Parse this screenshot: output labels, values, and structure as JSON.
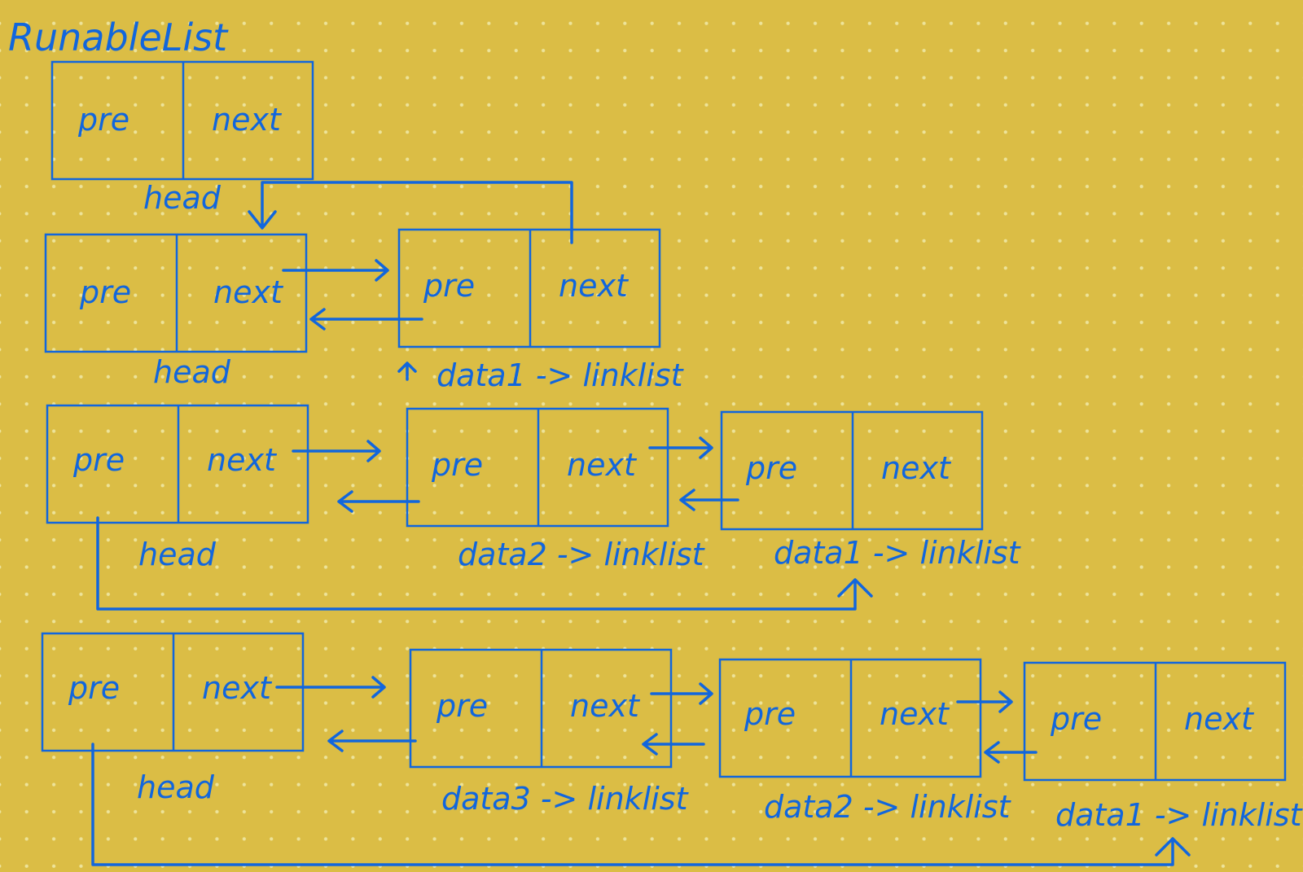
{
  "title": "RunableList",
  "ink_color": "#1166DD",
  "background_color": "#DBBD45",
  "cells": {
    "pre": "pre",
    "next": "next"
  },
  "rows": [
    {
      "nodes": [
        {
          "label": "head"
        }
      ]
    },
    {
      "nodes": [
        {
          "label": "head"
        },
        {
          "label": "data1 -> linklist"
        }
      ]
    },
    {
      "nodes": [
        {
          "label": "head"
        },
        {
          "label": "data2 -> linklist"
        },
        {
          "label": "data1 -> linklist"
        }
      ]
    },
    {
      "nodes": [
        {
          "label": "head"
        },
        {
          "label": "data3 -> linklist"
        },
        {
          "label": "data2 -> linklist"
        },
        {
          "label": "data1 -> linklist"
        }
      ]
    }
  ]
}
